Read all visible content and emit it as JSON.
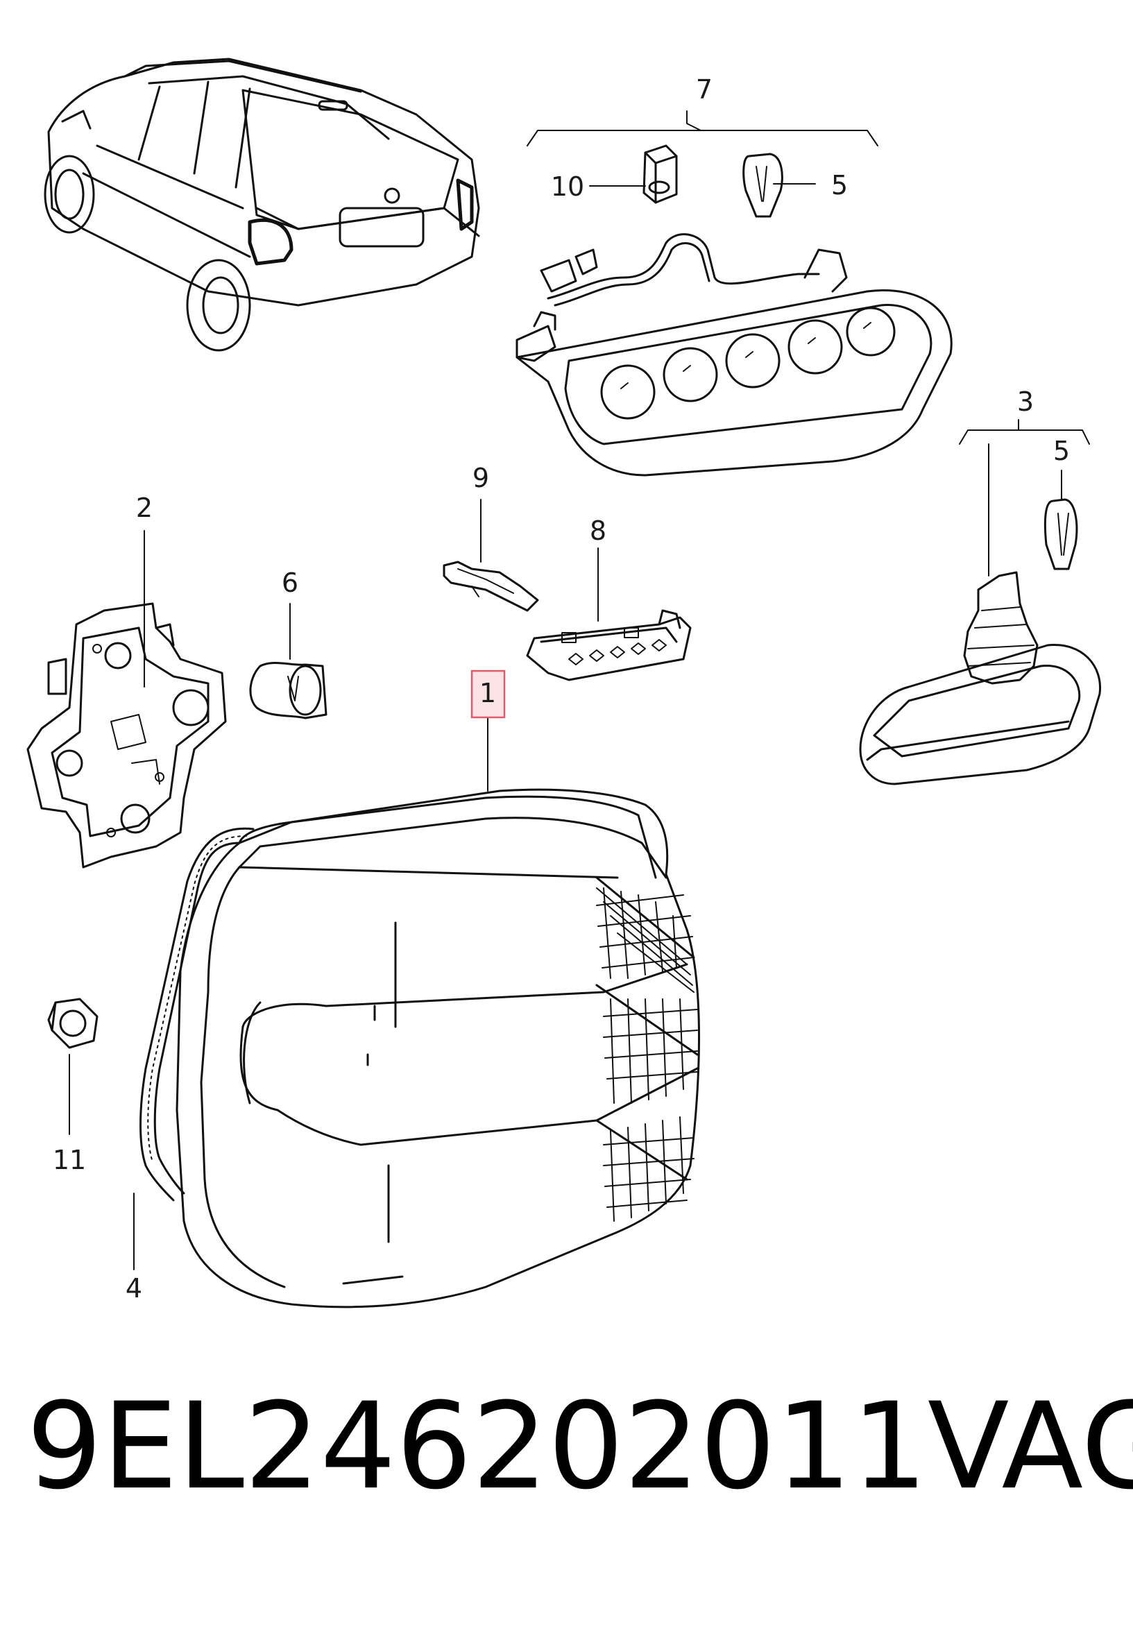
{
  "callouts": {
    "n1": "1",
    "n2": "2",
    "n3": "3",
    "n4": "4",
    "n5a": "5",
    "n5b": "5",
    "n6": "6",
    "n7": "7",
    "n8": "8",
    "n9": "9",
    "n10": "10",
    "n11": "11"
  },
  "caption": {
    "part_number": "9EL246202011",
    "brand": "VAG"
  },
  "colors": {
    "line": "#111111",
    "highlight_border": "#e05a6a",
    "highlight_fill": "#fbe3e6"
  }
}
